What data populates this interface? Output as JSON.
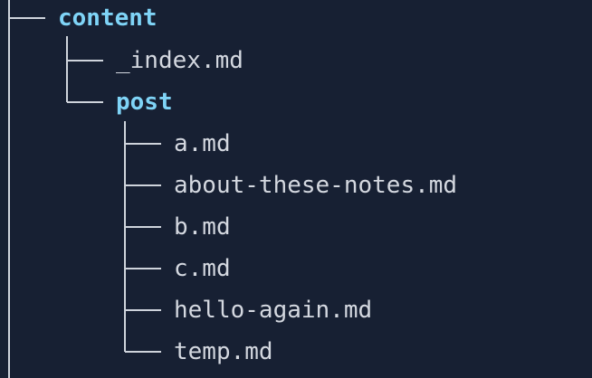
{
  "tree": {
    "root": {
      "name": "content",
      "type": "directory",
      "children": [
        {
          "name": "_index.md",
          "type": "file"
        },
        {
          "name": "post",
          "type": "directory",
          "children": [
            {
              "name": "a.md",
              "type": "file"
            },
            {
              "name": "about-these-notes.md",
              "type": "file"
            },
            {
              "name": "b.md",
              "type": "file"
            },
            {
              "name": "c.md",
              "type": "file"
            },
            {
              "name": "hello-again.md",
              "type": "file"
            },
            {
              "name": "temp.md",
              "type": "file"
            }
          ]
        }
      ]
    }
  },
  "colors": {
    "background": "#172033",
    "directory": "#7fd4f7",
    "file": "#d4d8e0",
    "connector": "#cfd4dc"
  }
}
